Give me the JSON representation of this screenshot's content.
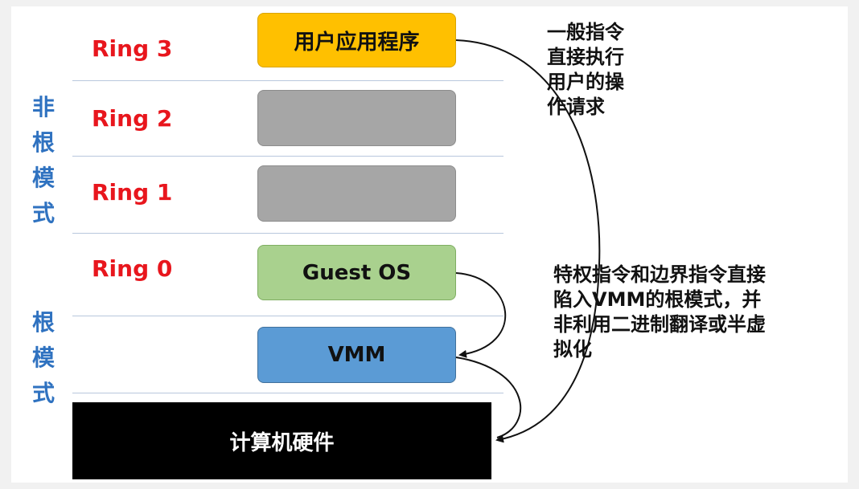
{
  "side_labels": {
    "non_root": [
      "非",
      "根",
      "模",
      "式"
    ],
    "root": [
      "根",
      "模",
      "式"
    ]
  },
  "rings": [
    "Ring 3",
    "Ring 2",
    "Ring 1",
    "Ring 0"
  ],
  "boxes": {
    "app": "用户应用程序",
    "ring2": "",
    "ring1": "",
    "guest_os": "Guest OS",
    "vmm": "VMM",
    "hardware": "计算机硬件"
  },
  "colors": {
    "app": "#ffc000",
    "gray": "#a6a6a6",
    "guest_os": "#a9d18e",
    "vmm": "#5b9bd5",
    "hardware": "#000000",
    "ring_text": "#e8161d",
    "side_text": "#2f72c0"
  },
  "notes": {
    "top": [
      "一般指令",
      "直接执行",
      "用户的操",
      "作请求"
    ],
    "bottom": [
      "特权指令和边界指令直接",
      "陷入VMM的根模式，并",
      "非利用二进制翻译或半虚",
      "拟化"
    ]
  }
}
